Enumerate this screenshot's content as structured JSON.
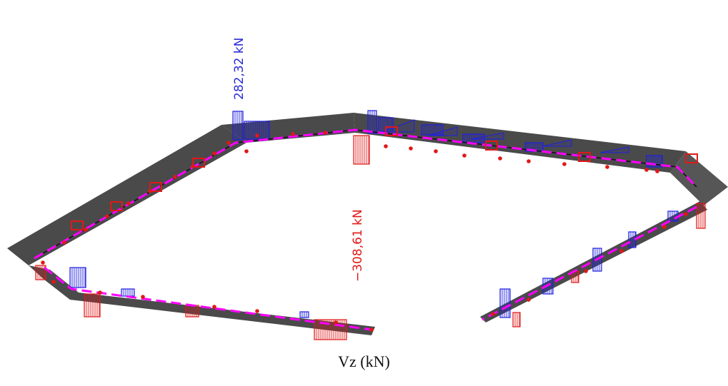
{
  "colors": {
    "slab": "#4a4a4a",
    "slab_edge": "#2f2f2f",
    "positive": "#2020e0",
    "negative": "#e01818",
    "axis": "#ff00ff",
    "support": "#e01818",
    "max_label": "#2a2ad8",
    "min_label": "#e01818"
  },
  "labels": {
    "max": "282,32 kN",
    "min": "−308,61 kN"
  },
  "caption": "Vz (kN)"
}
